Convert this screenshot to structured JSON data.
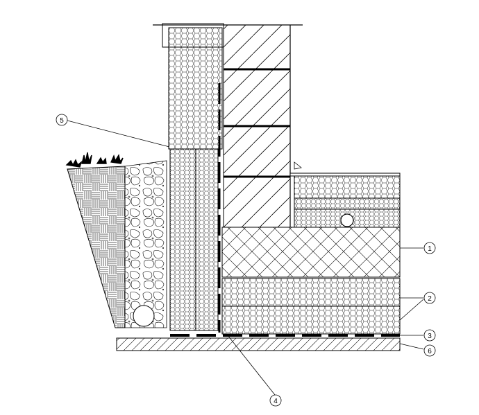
{
  "drawing": {
    "line_color": "#000000",
    "background_color": "#ffffff",
    "callouts": [
      {
        "id": "callout-1",
        "label": "1"
      },
      {
        "id": "callout-2",
        "label": "2"
      },
      {
        "id": "callout-3",
        "label": "3"
      },
      {
        "id": "callout-4",
        "label": "4"
      },
      {
        "id": "callout-5",
        "label": "5"
      },
      {
        "id": "callout-6",
        "label": "6"
      }
    ],
    "hatch_patterns": {
      "wall": "diagonal-lines",
      "footing": "diamond-crosshatch",
      "insulation": "hexagon-cells",
      "gravel": "stones",
      "soil": "basket-weave",
      "base": "diagonal-lines"
    }
  }
}
